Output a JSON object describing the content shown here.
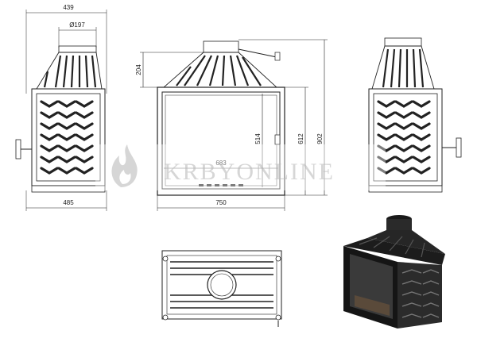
{
  "drawing": {
    "side_left": {
      "dim_top_width": "439",
      "dim_flue_diameter": "Ø197",
      "dim_bottom_width": "485"
    },
    "front": {
      "dim_hood_height": "204",
      "dim_door_width": "683",
      "dim_overall_width": "750",
      "dim_glass_height": "514",
      "dim_body_height": "612",
      "dim_total_height": "902"
    }
  },
  "watermark": {
    "text": "KRBYONLINE",
    "logo_icon": "flame-logo-icon"
  },
  "colors": {
    "line": "#222222",
    "fill_dark": "#2a2a2a",
    "watermark": "#c9c9c9",
    "paper": "#ffffff"
  }
}
